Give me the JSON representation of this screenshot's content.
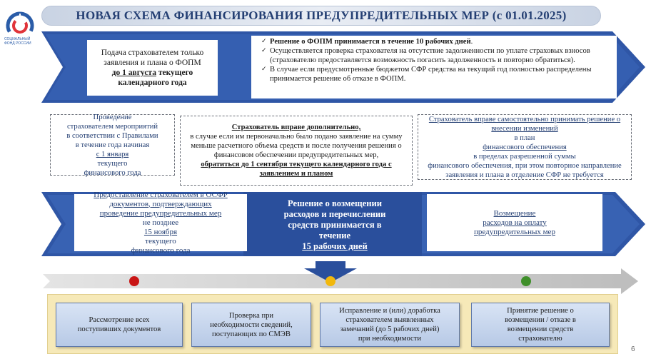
{
  "logo": {
    "line1": "СОЦИАЛЬНЫЙ",
    "line2": "ФОНД РОССИИ",
    "colors": {
      "blue": "#2a5ca8",
      "red": "#e0343a"
    }
  },
  "header": {
    "title": "НОВАЯ СХЕМА ФИНАНСИРОВАНИЯ ПРЕДУПРЕДИТЕЛЬНЫХ МЕР (с 01.01.2025)"
  },
  "stage1": {
    "left": {
      "l1": "Подача страхователем только",
      "l2": "заявления и плана о ФОПМ",
      "l3a": "до 1 августа",
      "l3b": " текущего",
      "l4": "календарного года"
    },
    "right": {
      "b1a": "Решение  о ФОПМ принимается ",
      "b1b": "  в течение  10 рабочих дней",
      "b1c": ".",
      "b2": "Осуществляется проверка страхователя на отсутствие задолженности по уплате страховых взносов (страхователю предоставляется возможность погасить задолженность и повторно обратиться).",
      "b3": "В случае если предусмотренные бюджетом СФР средства на текущий год полностью распределены принимается решение об отказе в ФОПМ."
    }
  },
  "notes": {
    "left": {
      "l1": "Проведение",
      "l2": "страхователем мероприятий",
      "l3": "в соответствии с Правилами",
      "l4": "в течение года начиная",
      "l5a": "с 1 января",
      "l5b": " текущего",
      "l6": "финансового года"
    },
    "center": {
      "t1": "Страхователь вправе дополнительно,",
      "t2": " в случае если им первоначально было подано заявление на сумму меньше расчетного объема средств и после получения решения о финансовом обеспечении предупредительных мер, ",
      "t3": "обратиться до 1 сентября текущего календарного года с заявлением и планом"
    },
    "right": {
      "t1": "Страхователь вправе самостоятельно принимать решение о внесении изменений",
      "t2": " в план ",
      "t3": "финансового обеспечения",
      "t4": " в пределах разрешенной суммы",
      "t5": " финансового обеспечения, при этом повторное направление заявления и плана в отделение СФР не требуется"
    }
  },
  "stage2": {
    "left": {
      "l1": "Предоставление  страхователем  в ОСФР",
      "l2": "документов,  подтверждающих",
      "l3": "проведение  предупредительных  мер",
      "l4a": "не позднее ",
      "l4b": "15 ноября",
      "l4c": " текущего",
      "l5": "финансового года"
    },
    "middle": {
      "l1": "Решение о возмещении",
      "l2": "расходов и перечислении",
      "l3": "средств принимается в",
      "l4a": "течение ",
      "l4b": "15 рабочих дней"
    },
    "right": {
      "l1": "Возмещение",
      "l2": "расходов на оплату",
      "l3": "предупредительных  мер"
    }
  },
  "timeline": {
    "dots": [
      {
        "color": "#c91616"
      },
      {
        "color": "#f2b80c"
      },
      {
        "color": "#3f8f2a"
      }
    ]
  },
  "steps": [
    {
      "l1": "Рассмотрение всех",
      "l2": "поступивших документов",
      "l3": ""
    },
    {
      "l1": "Проверка при",
      "l2": "необходимости сведений,",
      "l3": "поступающих по СМЭВ"
    },
    {
      "l1": "Исправление и (или) доработка",
      "l2": "страхователем выявленных",
      "l3": "замечаний (до 5 рабочих  дней)",
      "l4": "при необходимости"
    },
    {
      "l1": "Принятие решение о",
      "l2": "возмещении / отказе в",
      "l3": "возмещении средств",
      "l4": "страхователю"
    }
  ],
  "page_number": "6",
  "colors": {
    "arrow_dark": "#2f56a6",
    "arrow_light": "#3f6dc4",
    "title": "#243f73",
    "bottom_panel": "#f6e9b8"
  }
}
